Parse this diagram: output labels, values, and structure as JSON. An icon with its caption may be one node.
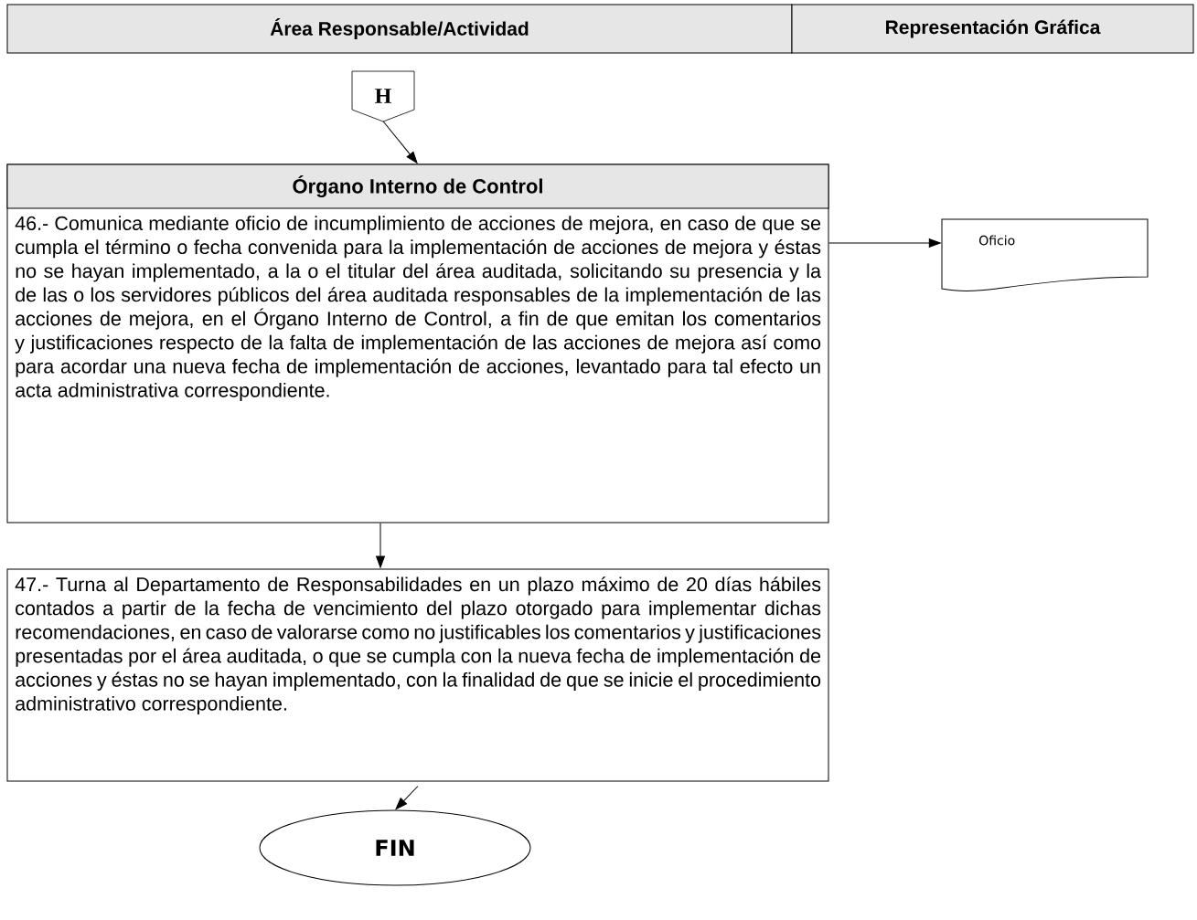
{
  "diagram": {
    "nodes": [
      {
        "text": [
          "Área Responsable/Actividad"
        ]
      },
      {
        "text": [
          "Representación Gráfica"
        ]
      },
      {
        "text": [
          "H"
        ]
      },
      {
        "text": [
          "Órgano Interno de Control",
          "46.- Comunica mediante oficio de incumplimiento de acciones de mejora, en caso de que se cumpla el término o fecha convenida para la implementación de acciones de mejora y éstas no se hayan implementado, a la o el titular del área auditada, solicitando su presencia y la de las o los servidores públicos del área auditada responsables de la implementación de las acciones de mejora, en el Órgano Interno de Control, a fin de que emitan los comentarios y justificaciones respecto de la falta de implementación de las acciones de mejora así como para acordar una nueva fecha de implementación de acciones, levantado para tal efecto un acta administrativa correspondiente."
        ]
      },
      {
        "text": [
          "Oficio"
        ]
      },
      {
        "text": [
          "47.- Turna al Departamento de Responsabilidades en un plazo máximo de 20 días hábiles contados a partir de la fecha de vencimiento del plazo otorgado para implementar dichas recomendaciones, en caso de valorarse como no justificables los comentarios y justificaciones presentadas por el área auditada, o que se cumpla con la nueva fecha de implementación de acciones y éstas no se hayan implementado, con la finalidad de que se inicie el procedimiento administrativo correspondiente."
        ]
      },
      {
        "text": [
          "FIN"
        ]
      }
    ],
    "edges": [
      {
        "from": 2,
        "to": 3,
        "arrow": "to"
      },
      {
        "from": 3,
        "to": 4,
        "arrow": "to"
      },
      {
        "from": 3,
        "to": 5,
        "arrow": "to"
      },
      {
        "from": 5,
        "to": 6,
        "arrow": "to"
      }
    ]
  }
}
